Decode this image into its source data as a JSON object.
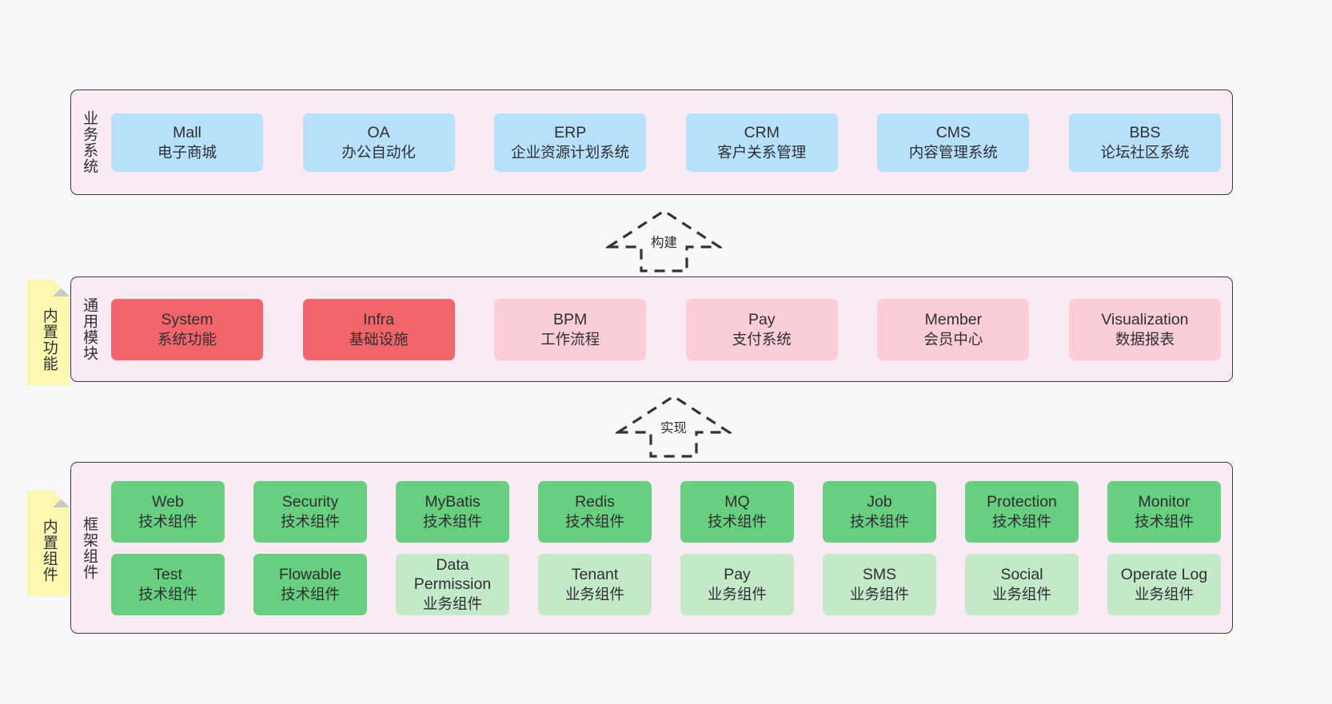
{
  "layers": [
    {
      "id": "business",
      "label": "业务系统",
      "rows": [
        [
          {
            "en": "Mall",
            "cn": "电子商城",
            "color": "#b7e1fb"
          },
          {
            "en": "OA",
            "cn": "办公自动化",
            "color": "#b7e1fb"
          },
          {
            "en": "ERP",
            "cn": "企业资源计划系统",
            "color": "#b7e1fb"
          },
          {
            "en": "CRM",
            "cn": "客户关系管理",
            "color": "#b7e1fb"
          },
          {
            "en": "CMS",
            "cn": "内容管理系统",
            "color": "#b7e1fb"
          },
          {
            "en": "BBS",
            "cn": "论坛社区系统",
            "color": "#b7e1fb"
          }
        ]
      ]
    },
    {
      "id": "module",
      "label": "通用模块",
      "rows": [
        [
          {
            "en": "System",
            "cn": "系统功能",
            "color": "#f2656a"
          },
          {
            "en": "Infra",
            "cn": "基础设施",
            "color": "#f2656a"
          },
          {
            "en": "BPM",
            "cn": "工作流程",
            "color": "#fbcdd6"
          },
          {
            "en": "Pay",
            "cn": "支付系统",
            "color": "#fbcdd6"
          },
          {
            "en": "Member",
            "cn": "会员中心",
            "color": "#fbcdd6"
          },
          {
            "en": "Visualization",
            "cn": "数据报表",
            "color": "#fbcdd6"
          }
        ]
      ]
    },
    {
      "id": "framework",
      "label": "框架组件",
      "rows": [
        [
          {
            "en": "Web",
            "cn": "技术组件",
            "color": "#68ce80"
          },
          {
            "en": "Security",
            "cn": "技术组件",
            "color": "#68ce80"
          },
          {
            "en": "MyBatis",
            "cn": "技术组件",
            "color": "#68ce80"
          },
          {
            "en": "Redis",
            "cn": "技术组件",
            "color": "#68ce80"
          },
          {
            "en": "MQ",
            "cn": "技术组件",
            "color": "#68ce80"
          },
          {
            "en": "Job",
            "cn": "技术组件",
            "color": "#68ce80"
          },
          {
            "en": "Protection",
            "cn": "技术组件",
            "color": "#68ce80"
          },
          {
            "en": "Monitor",
            "cn": "技术组件",
            "color": "#68ce80"
          }
        ],
        [
          {
            "en": "Test",
            "cn": "技术组件",
            "color": "#68ce80"
          },
          {
            "en": "Flowable",
            "cn": "技术组件",
            "color": "#68ce80"
          },
          {
            "en": "Data Permission",
            "cn": "业务组件",
            "color": "#c3e9c9"
          },
          {
            "en": "Tenant",
            "cn": "业务组件",
            "color": "#c3e9c9"
          },
          {
            "en": "Pay",
            "cn": "业务组件",
            "color": "#c3e9c9"
          },
          {
            "en": "SMS",
            "cn": "业务组件",
            "color": "#c3e9c9"
          },
          {
            "en": "Social",
            "cn": "业务组件",
            "color": "#c3e9c9"
          },
          {
            "en": "Operate Log",
            "cn": "业务组件",
            "color": "#c3e9c9"
          }
        ]
      ]
    }
  ],
  "arrows": [
    {
      "id": "build",
      "label": "构建"
    },
    {
      "id": "implement",
      "label": "实现"
    }
  ],
  "sticky_notes": [
    {
      "id": "builtin-function",
      "label": "内置功能"
    },
    {
      "id": "builtin-component",
      "label": "内置组件"
    }
  ],
  "colors": {
    "band_background": "#f9eaf4",
    "band_border": "#3d3550",
    "page_background": "#f8f8f8",
    "sticky": "#fcf8b0",
    "sticky_fold": "#c9c9c9",
    "blue_card": "#b7e1fb",
    "red_card": "#f2656a",
    "pink_card": "#fbcdd6",
    "green_card": "#68ce80",
    "light_green_card": "#c3e9c9",
    "text": "#2f2f33",
    "arrow_stroke": "#333333"
  }
}
